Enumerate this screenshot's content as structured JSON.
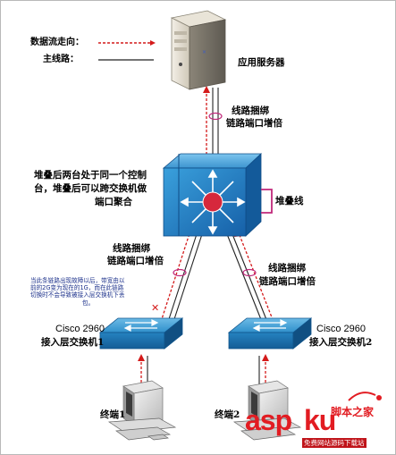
{
  "legend": {
    "data_flow": "数据流走向：",
    "trunk": "主线路："
  },
  "labels": {
    "app_server": "应用服务器",
    "top_link": [
      "线路捆绑",
      "链路端口增倍"
    ],
    "stack_desc": [
      "堆叠后两台处于同一个控制",
      "台，堆叠后可以跨交换机做",
      "端口聚合"
    ],
    "stack_cable": "堆叠线",
    "left_link": [
      "线路捆绑",
      "链路端口增倍"
    ],
    "right_link": [
      "线路捆绑",
      "链路端口增倍"
    ],
    "failover_note": [
      "当此条链路出现故障以后，带宽由以",
      "前的2G变为现在的1G，而在此链路",
      "切换时不会导致被接入层交换机下丢",
      "包。"
    ],
    "switch1": [
      "Cisco 2960",
      "接入层交换机1"
    ],
    "switch2": [
      "Cisco 2960",
      "接入层交换机2"
    ],
    "terminal1": "终端1",
    "terminal2": "终端2"
  },
  "watermark": {
    "brand": "asp",
    "brand2": "ku",
    "brand_cn": "脚本之家",
    "sub": "免费网站源码下载站"
  },
  "colors": {
    "data_flow_line": "#d41a1a",
    "trunk_line": "#222222",
    "switch_blue": "#2b8fc7",
    "core_switch_blue": "#1e7cc4",
    "stack_bracket": "#c0287a",
    "watermark_red": "#e21c22"
  }
}
